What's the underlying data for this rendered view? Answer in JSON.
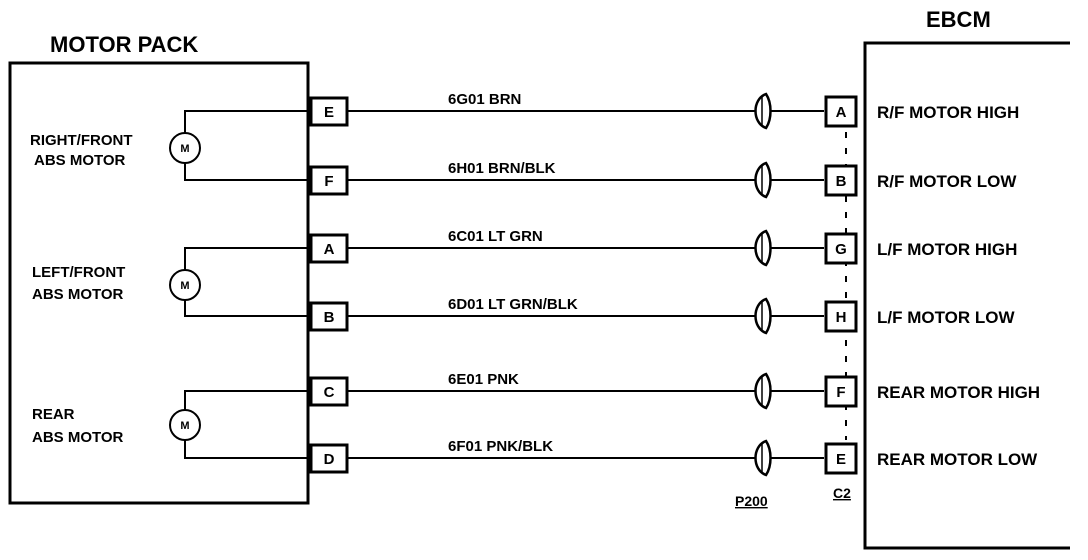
{
  "motor_pack": {
    "title": "MOTOR PACK",
    "motors": [
      {
        "label_line1": "RIGHT/FRONT",
        "label_line2": "ABS MOTOR",
        "symbol": "M"
      },
      {
        "label_line1": "LEFT/FRONT",
        "label_line2": "ABS MOTOR",
        "symbol": "M"
      },
      {
        "label_line1": "REAR",
        "label_line2": "ABS MOTOR",
        "symbol": "M"
      }
    ]
  },
  "ebcm": {
    "title": "EBCM",
    "connector_label": "C2"
  },
  "inline_connector": {
    "label": "P200"
  },
  "circuits": [
    {
      "motor_pin": "E",
      "wire": "6G01 BRN",
      "ebcm_pin": "A",
      "signal": "R/F MOTOR HIGH"
    },
    {
      "motor_pin": "F",
      "wire": "6H01 BRN/BLK",
      "ebcm_pin": "B",
      "signal": "R/F MOTOR LOW"
    },
    {
      "motor_pin": "A",
      "wire": "6C01 LT GRN",
      "ebcm_pin": "G",
      "signal": "L/F MOTOR HIGH"
    },
    {
      "motor_pin": "B",
      "wire": "6D01 LT GRN/BLK",
      "ebcm_pin": "H",
      "signal": "L/F MOTOR LOW"
    },
    {
      "motor_pin": "C",
      "wire": "6E01 PNK",
      "ebcm_pin": "F",
      "signal": "REAR MOTOR HIGH"
    },
    {
      "motor_pin": "D",
      "wire": "6F01 PNK/BLK",
      "ebcm_pin": "E",
      "signal": "REAR MOTOR LOW"
    }
  ]
}
